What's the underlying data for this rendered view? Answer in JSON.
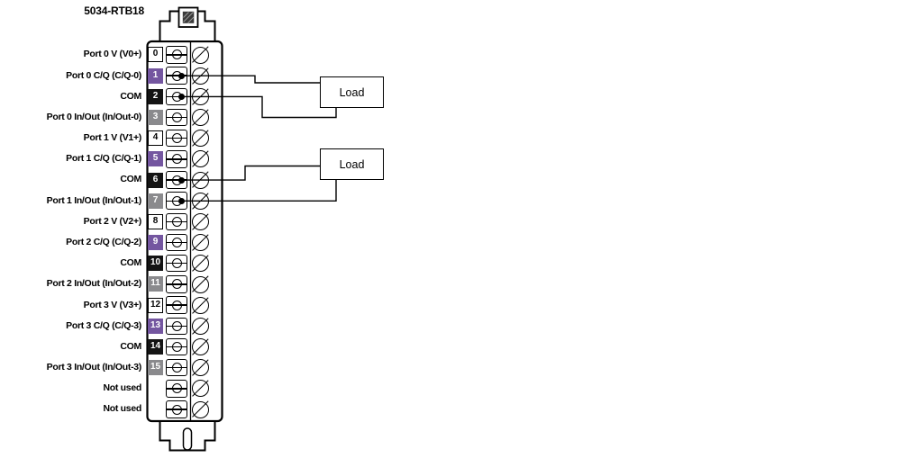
{
  "title": "5034-RTB18",
  "colors": {
    "purple": "#7456a0",
    "gray": "#8a8a8d",
    "black": "#141414",
    "white": "#ffffff"
  },
  "icons": {
    "screw_clamp": "circle-with-slot",
    "rtb_terminal": "circle-with-diagonal-slash",
    "latch": "hatched-latch"
  },
  "terminal_rows": [
    {
      "num": "0",
      "label": "Port 0 V (V0+)",
      "color": "white",
      "wired": false
    },
    {
      "num": "1",
      "label": "Port 0 C/Q (C/Q-0)",
      "color": "purple",
      "wired": true
    },
    {
      "num": "2",
      "label": "COM",
      "color": "black",
      "wired": true
    },
    {
      "num": "3",
      "label": "Port 0 In/Out (In/Out-0)",
      "color": "gray",
      "wired": false
    },
    {
      "num": "4",
      "label": "Port 1 V (V1+)",
      "color": "white",
      "wired": false
    },
    {
      "num": "5",
      "label": "Port 1 C/Q (C/Q-1)",
      "color": "purple",
      "wired": false
    },
    {
      "num": "6",
      "label": "COM",
      "color": "black",
      "wired": true
    },
    {
      "num": "7",
      "label": "Port 1 In/Out (In/Out-1)",
      "color": "gray",
      "wired": true
    },
    {
      "num": "8",
      "label": "Port 2 V (V2+)",
      "color": "white",
      "wired": false
    },
    {
      "num": "9",
      "label": "Port 2 C/Q (C/Q-2)",
      "color": "purple",
      "wired": false
    },
    {
      "num": "10",
      "label": "COM",
      "color": "black",
      "wired": false
    },
    {
      "num": "11",
      "label": "Port 2 In/Out (In/Out-2)",
      "color": "gray",
      "wired": false
    },
    {
      "num": "12",
      "label": "Port 3 V (V3+)",
      "color": "white",
      "wired": false
    },
    {
      "num": "13",
      "label": "Port 3 C/Q (C/Q-3)",
      "color": "purple",
      "wired": false
    },
    {
      "num": "14",
      "label": "COM",
      "color": "black",
      "wired": false
    },
    {
      "num": "15",
      "label": "Port 3 In/Out (In/Out-3)",
      "color": "gray",
      "wired": false
    },
    {
      "num": "",
      "label": "Not used",
      "color": "none",
      "wired": false
    },
    {
      "num": "",
      "label": "Not used",
      "color": "none",
      "wired": false
    }
  ],
  "loads": [
    {
      "label": "Load"
    },
    {
      "label": "Load"
    }
  ]
}
